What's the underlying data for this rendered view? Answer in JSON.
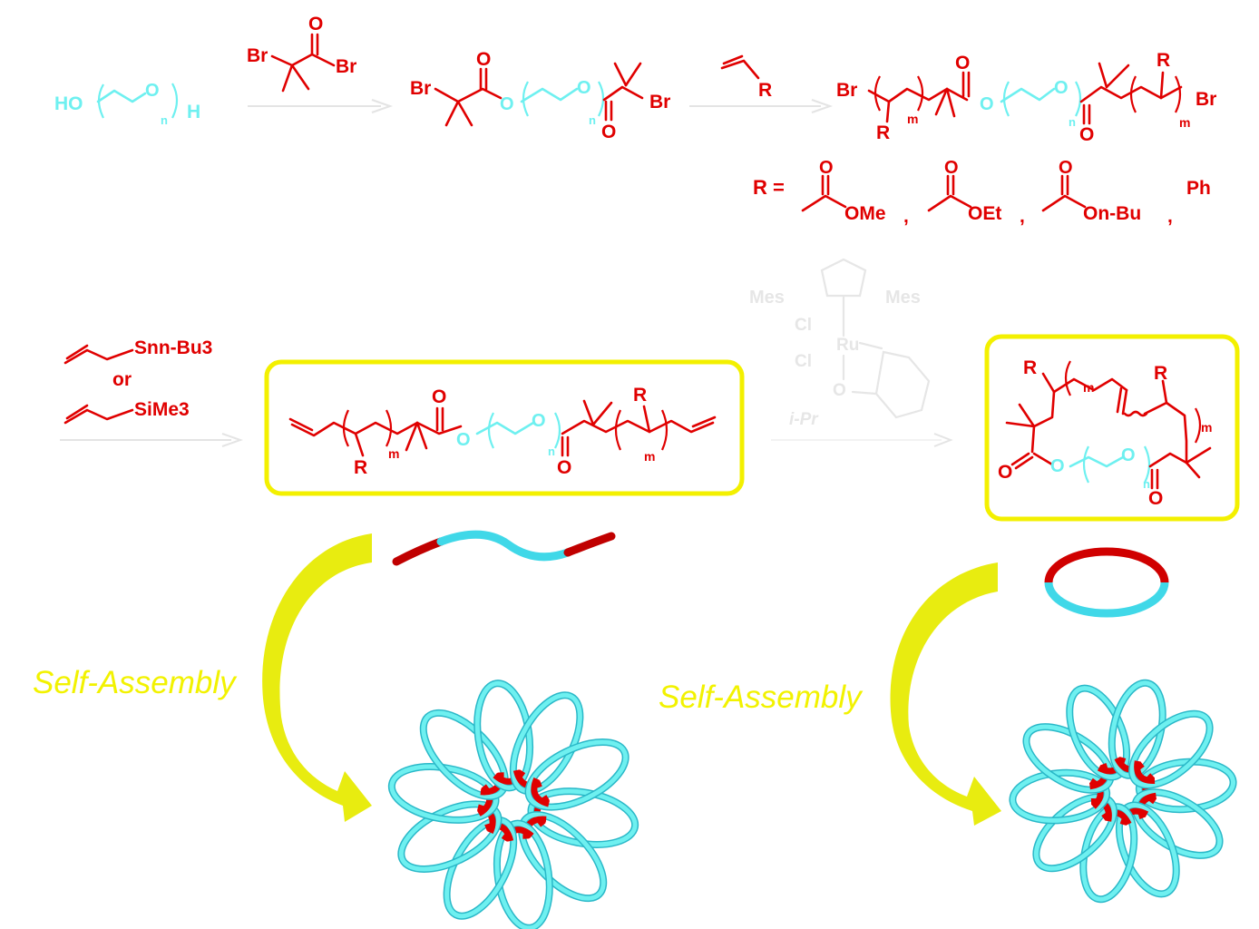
{
  "colors": {
    "peg": "#6ef0f0",
    "polymer": "#e00000",
    "highlight_box": "#f3f000",
    "arrow": "#d4d400",
    "catalyst": "#e6e6e6"
  },
  "step1": {
    "peg": {
      "ho": "HO",
      "o": "O",
      "n": "n",
      "h": "H"
    },
    "reagent": {
      "br1": "Br",
      "o": "O",
      "br2": "Br"
    }
  },
  "step2": {
    "macroinitiator": {
      "br_left": "Br",
      "o_top": "O",
      "o_ester": "O",
      "o_peg": "O",
      "n": "n",
      "o_bottom": "O",
      "br_right": "Br"
    },
    "monomer_r": "R"
  },
  "step3": {
    "product": {
      "br_left": "Br",
      "r_left": "R",
      "m_left": "m",
      "o_top": "O",
      "o_ester": "O",
      "o_peg": "O",
      "n": "n",
      "o_bottom": "O",
      "r_right": "R",
      "m_right": "m",
      "br_right": "Br"
    }
  },
  "r_groups": {
    "lead": "R =",
    "items": [
      {
        "top": "O",
        "label": "OMe",
        "sep": ","
      },
      {
        "top": "O",
        "label": "OEt",
        "sep": ","
      },
      {
        "top": "O",
        "label": "On-Bu",
        "sep": ","
      }
    ],
    "last": "Ph"
  },
  "allylation": {
    "reagent1": "Snn-Bu3",
    "or": "or",
    "reagent2": "SiMe3"
  },
  "linear_product": {
    "r_left": "R",
    "m_left": "m",
    "o_top": "O",
    "o_ester": "O",
    "o_peg": "O",
    "n": "n",
    "o_bottom": "O",
    "r_right": "R",
    "m_right": "m"
  },
  "catalyst": {
    "mes_left": "Mes",
    "mes_right": "Mes",
    "cl1": "Cl",
    "cl2": "Cl",
    "ru": "Ru",
    "o": "O",
    "ipr": "i-Pr"
  },
  "cyclic_product": {
    "r_left": "R",
    "m_top": "m",
    "r_right": "R",
    "m_right": "m",
    "o_left": "O",
    "o_ester": "O",
    "o_peg": "O",
    "n": "n",
    "o_bottom": "O"
  },
  "self_assembly": {
    "left_label": "Self-Assembly",
    "right_label": "Self-Assembly",
    "left_flower_petals": 10,
    "right_flower_petals": 10
  }
}
